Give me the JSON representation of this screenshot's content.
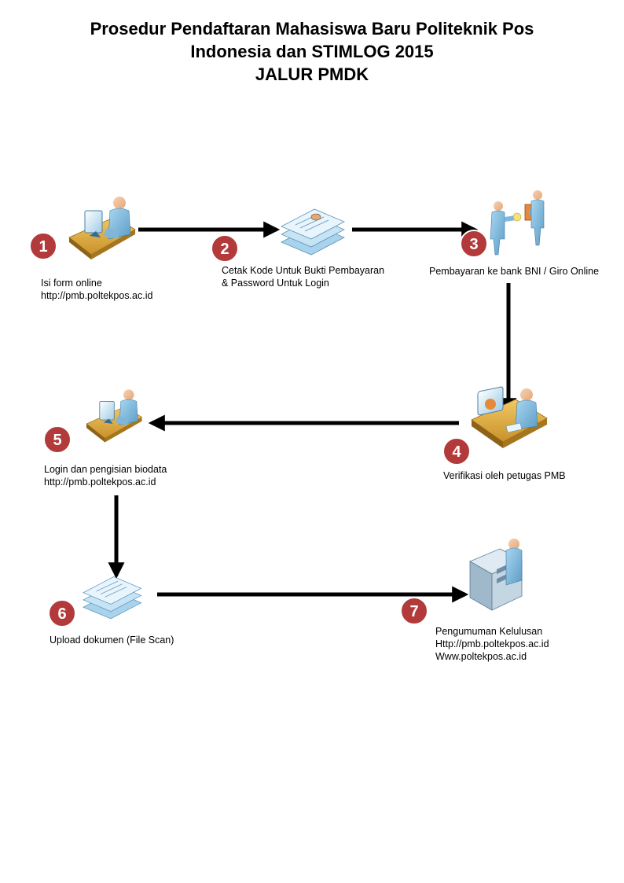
{
  "title": {
    "line1": "Prosedur Pendaftaran Mahasiswa Baru Politeknik Pos",
    "line2": "Indonesia dan STIMLOG 2015",
    "line3": "JALUR PMDK"
  },
  "colors": {
    "badge": "#b23a3a",
    "arrow": "#000000",
    "person": "#7fb6d9",
    "desk": "#e0b34a",
    "paper": "#bfe0f2"
  },
  "steps": [
    {
      "number": "1",
      "icon": "user-at-computer-icon",
      "lines": [
        "Isi form online",
        "http://pmb.poltekpos.ac.id"
      ]
    },
    {
      "number": "2",
      "icon": "document-stack-icon",
      "lines": [
        "Cetak Kode Untuk Bukti Pembayaran",
        "& Password Untuk Login"
      ]
    },
    {
      "number": "3",
      "icon": "payment-exchange-icon",
      "lines": [
        "Pembayaran ke bank BNI / Giro Online"
      ]
    },
    {
      "number": "4",
      "icon": "officer-at-workstation-icon",
      "lines": [
        "Verifikasi oleh petugas PMB"
      ]
    },
    {
      "number": "5",
      "icon": "user-at-computer-icon",
      "lines": [
        "Login dan pengisian biodata",
        "http://pmb.poltekpos.ac.id"
      ]
    },
    {
      "number": "6",
      "icon": "document-stack-icon",
      "lines": [
        "Upload dokumen (File Scan)"
      ]
    },
    {
      "number": "7",
      "icon": "user-at-printer-icon",
      "lines": [
        "Pengumuman Kelulusan",
        "Http://pmb.poltekpos.ac.id",
        "Www.poltekpos.ac.id"
      ]
    }
  ]
}
